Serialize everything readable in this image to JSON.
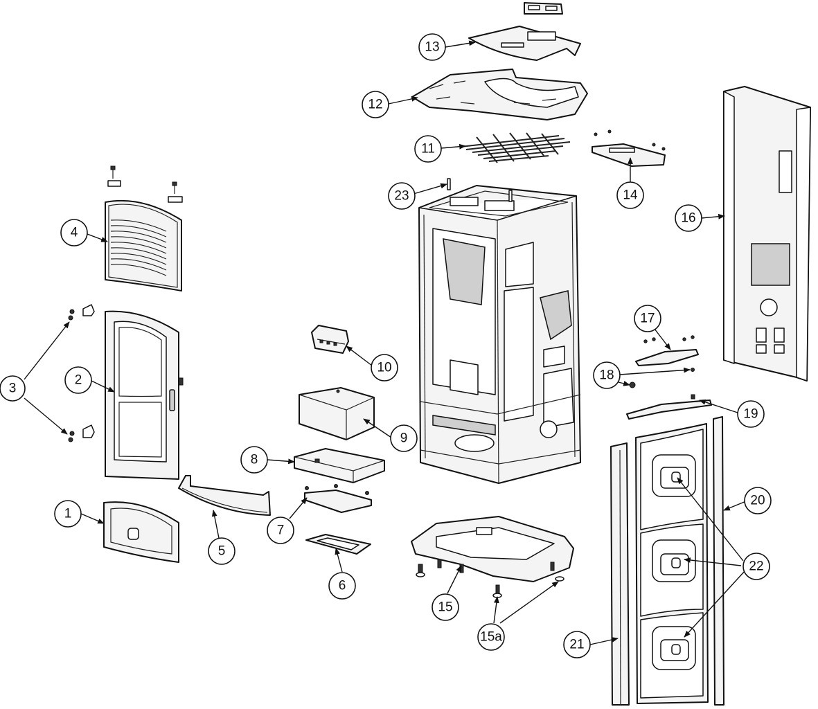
{
  "callouts": [
    {
      "id": "1",
      "label": "1"
    },
    {
      "id": "2",
      "label": "2"
    },
    {
      "id": "3",
      "label": "3"
    },
    {
      "id": "4",
      "label": "4"
    },
    {
      "id": "5",
      "label": "5"
    },
    {
      "id": "6",
      "label": "6"
    },
    {
      "id": "7",
      "label": "7"
    },
    {
      "id": "8",
      "label": "8"
    },
    {
      "id": "9",
      "label": "9"
    },
    {
      "id": "10",
      "label": "10"
    },
    {
      "id": "11",
      "label": "11"
    },
    {
      "id": "12",
      "label": "12"
    },
    {
      "id": "13",
      "label": "13"
    },
    {
      "id": "14",
      "label": "14"
    },
    {
      "id": "15",
      "label": "15"
    },
    {
      "id": "15a",
      "label": "15a"
    },
    {
      "id": "16",
      "label": "16"
    },
    {
      "id": "17",
      "label": "17"
    },
    {
      "id": "18",
      "label": "18"
    },
    {
      "id": "19",
      "label": "19"
    },
    {
      "id": "20",
      "label": "20"
    },
    {
      "id": "21",
      "label": "21"
    },
    {
      "id": "22",
      "label": "22"
    },
    {
      "id": "23",
      "label": "23"
    }
  ]
}
